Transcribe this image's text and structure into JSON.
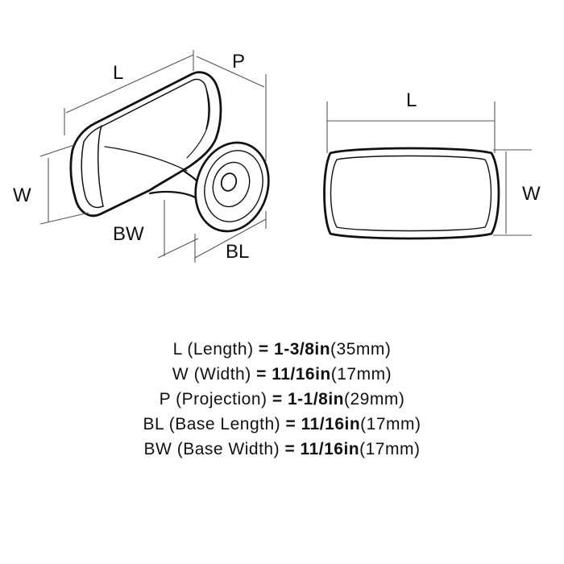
{
  "diagram": {
    "labels": {
      "side_length": "L",
      "side_projection": "P",
      "side_width": "W",
      "base_width": "BW",
      "base_length": "BL",
      "top_length": "L",
      "top_width": "W"
    }
  },
  "specs": [
    {
      "abbr": "L",
      "name": "(Length)",
      "eq": "=",
      "inch": "1-3/8in",
      "mm": "(35mm)"
    },
    {
      "abbr": "W",
      "name": "(Width)",
      "eq": "=",
      "inch": "11/16in",
      "mm": "(17mm)"
    },
    {
      "abbr": "P",
      "name": "(Projection)",
      "eq": "=",
      "inch": "1-1/8in",
      "mm": "(29mm)"
    },
    {
      "abbr": "BL",
      "name": "(Base Length)",
      "eq": "=",
      "inch": "11/16in",
      "mm": "(17mm)"
    },
    {
      "abbr": "BW",
      "name": "(Base Width)",
      "eq": "=",
      "inch": "11/16in",
      "mm": "(17mm)"
    }
  ]
}
